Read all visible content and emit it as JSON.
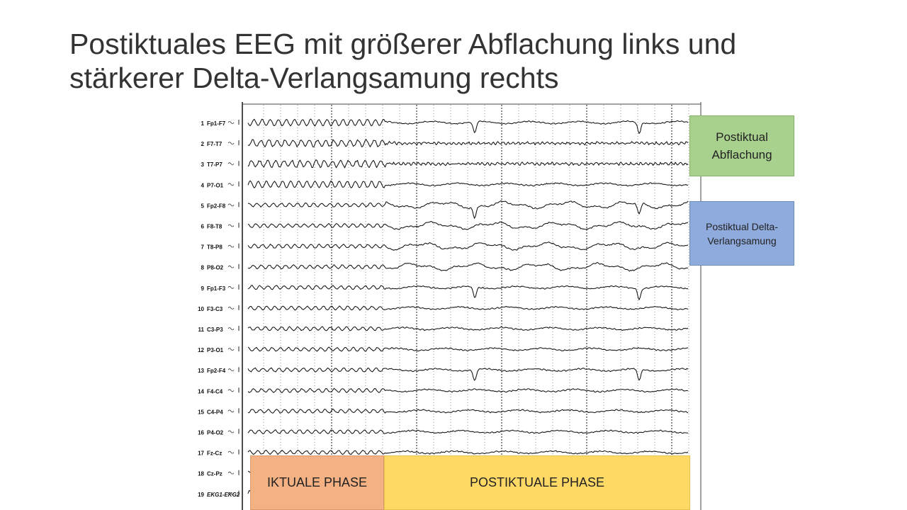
{
  "slide": {
    "title_line1": "Postiktuales EEG mit größerer Abflachung links und",
    "title_line2": "stärkerer Delta-Verlangsamung rechts"
  },
  "eeg": {
    "channels": [
      {
        "num": "1",
        "label": "Fp1-F7"
      },
      {
        "num": "2",
        "label": "F7-T7"
      },
      {
        "num": "3",
        "label": "T7-P7"
      },
      {
        "num": "4",
        "label": "P7-O1"
      },
      {
        "num": "5",
        "label": "Fp2-F8"
      },
      {
        "num": "6",
        "label": "F8-T8"
      },
      {
        "num": "7",
        "label": "T8-P8"
      },
      {
        "num": "8",
        "label": "P8-O2"
      },
      {
        "num": "9",
        "label": "Fp1-F3"
      },
      {
        "num": "10",
        "label": "F3-C3"
      },
      {
        "num": "11",
        "label": "C3-P3"
      },
      {
        "num": "12",
        "label": "P3-O1"
      },
      {
        "num": "13",
        "label": "Fp2-F4"
      },
      {
        "num": "14",
        "label": "F4-C4"
      },
      {
        "num": "15",
        "label": "C4-P4"
      },
      {
        "num": "16",
        "label": "P4-O2"
      },
      {
        "num": "17",
        "label": "Fz-Cz"
      },
      {
        "num": "18",
        "label": "Cz-Pz"
      },
      {
        "num": "19",
        "label": "EKG1-EKG2"
      }
    ]
  },
  "callouts": {
    "flattening_line1": "Postiktual",
    "flattening_line2": "Abflachung",
    "delta_line1": "Postiktual Delta-",
    "delta_line2": "Verlangsamung"
  },
  "phases": {
    "ictal": "IKTUALE PHASE",
    "postictal": "POSTIKTUALE PHASE"
  },
  "colors": {
    "flattening_box": "#a9d18e",
    "delta_box": "#8faadc",
    "ictal_box": "#f4b183",
    "postictal_box": "#ffd966"
  }
}
